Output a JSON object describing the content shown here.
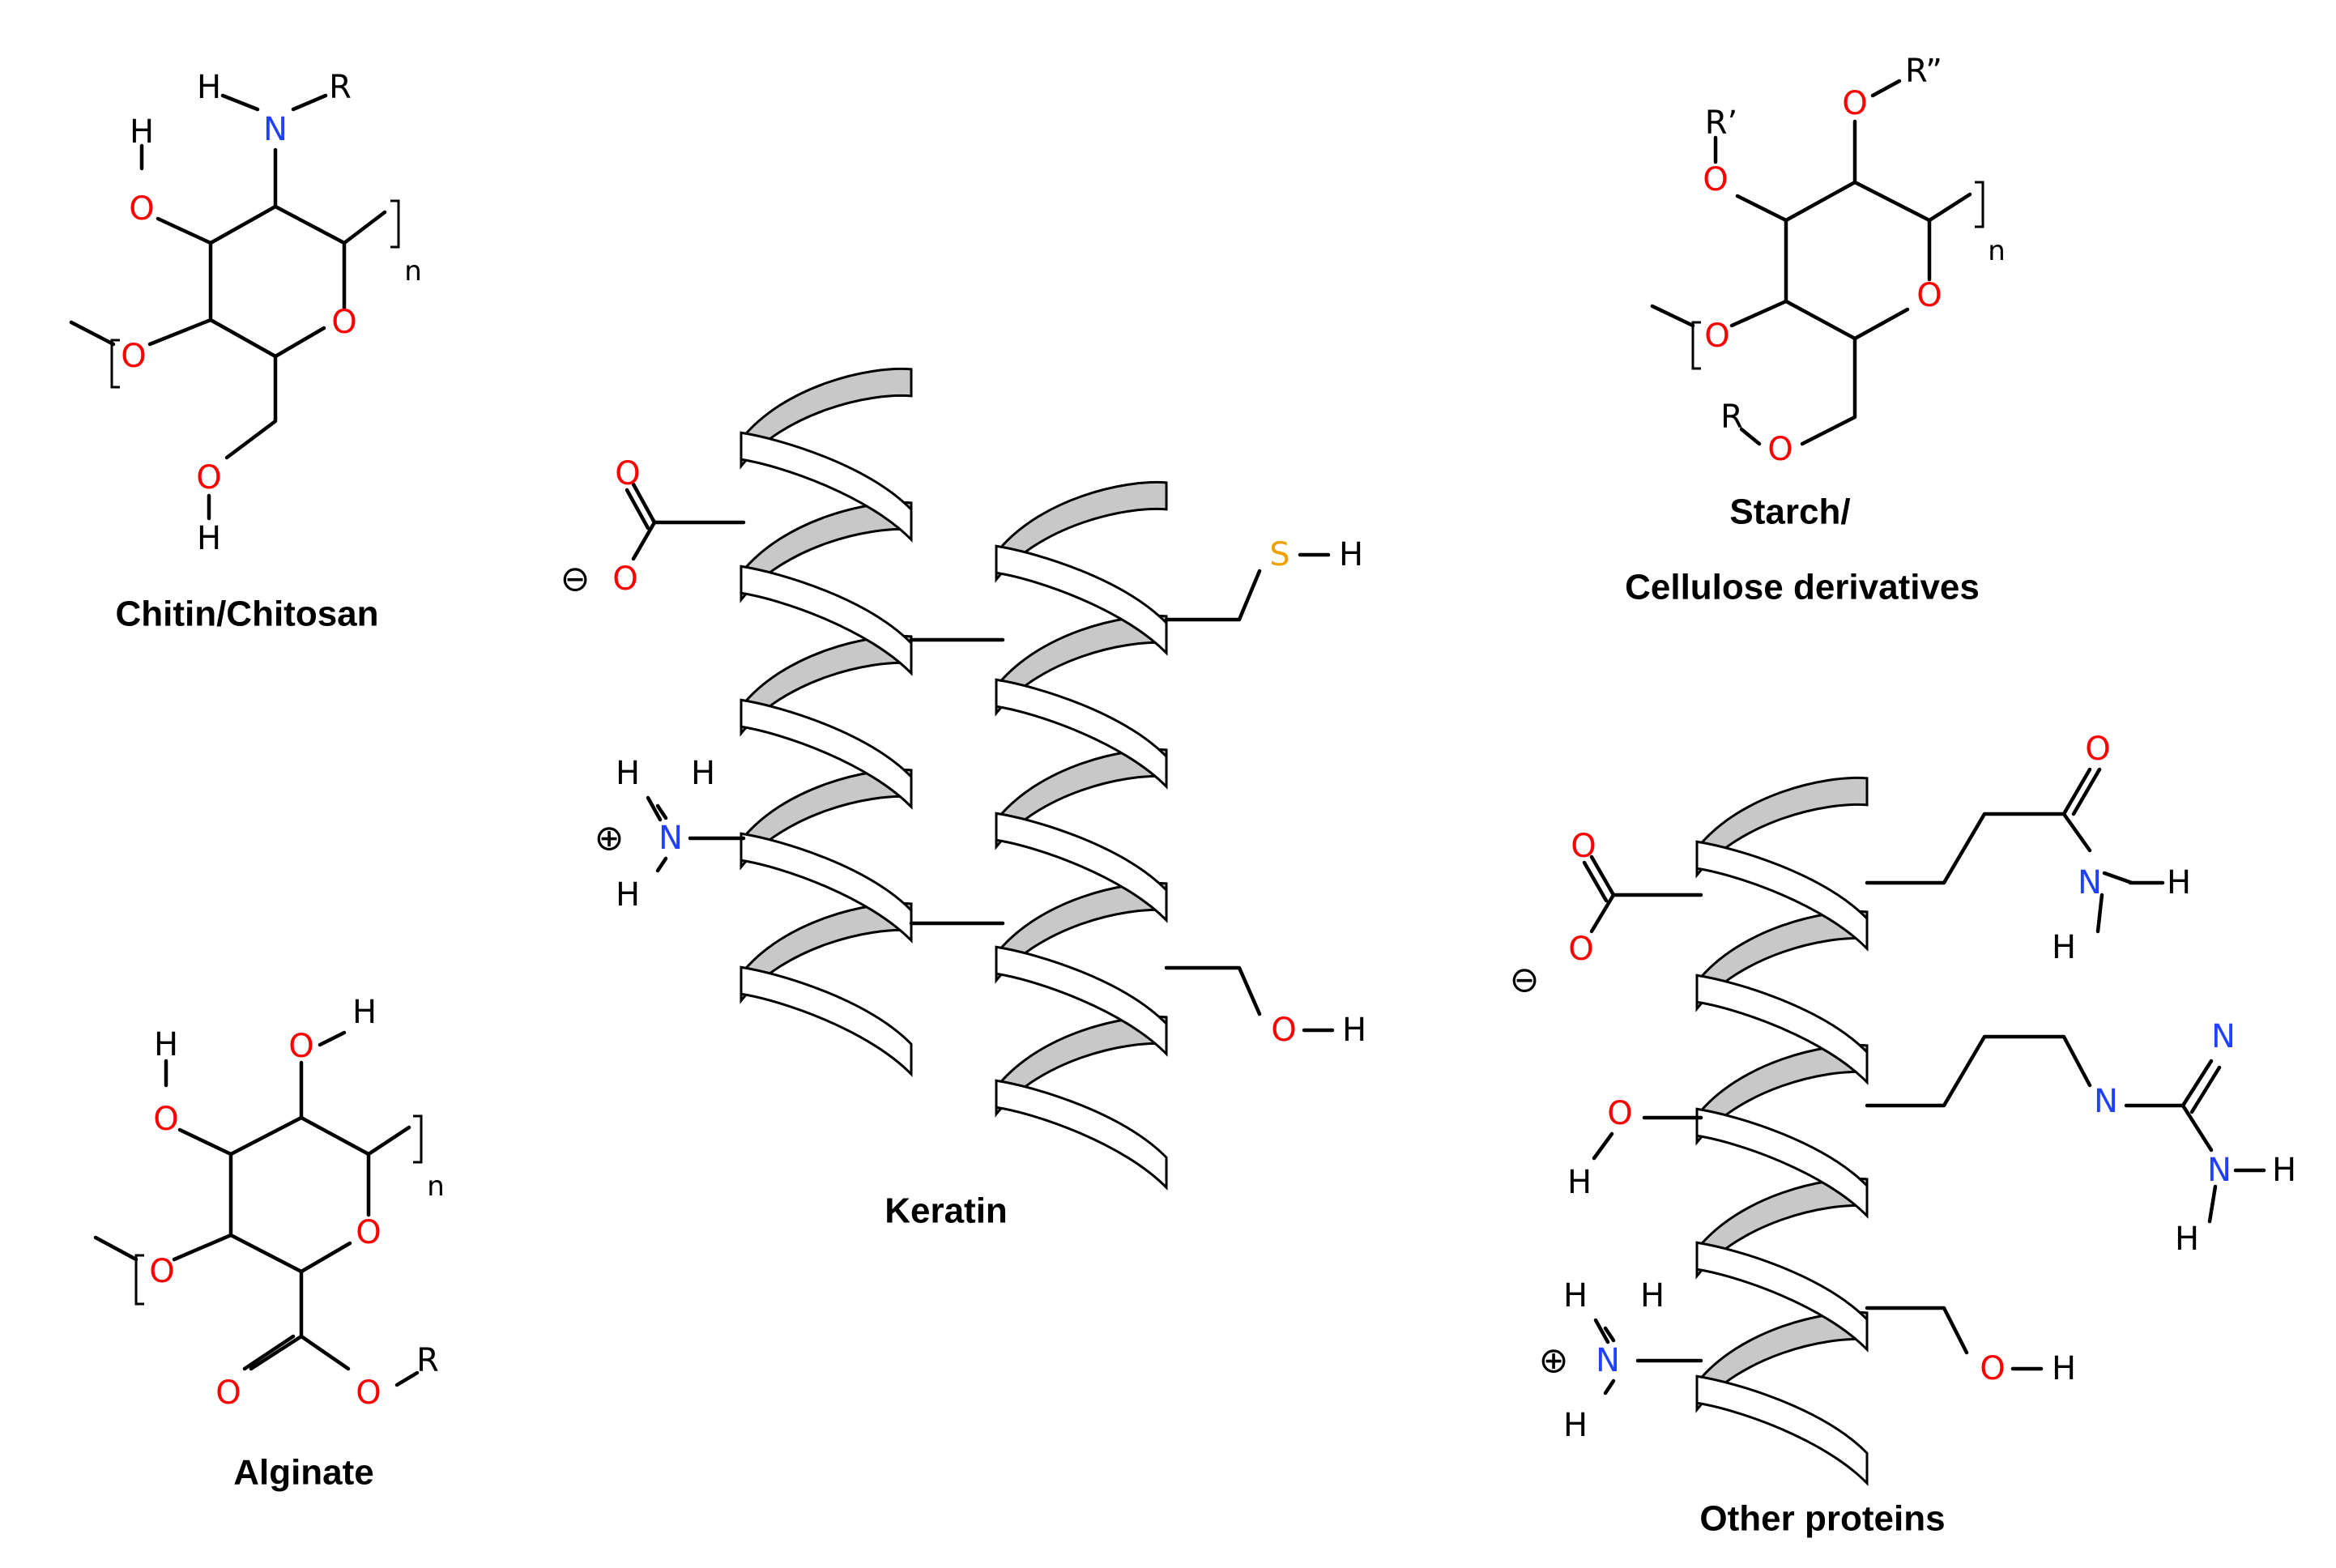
{
  "colors": {
    "oxygen": "#ff0000",
    "nitrogen": "#2040ff",
    "sulfur": "#f0a000",
    "carbon_bond": "#000000",
    "helix_back": "#c8c8c8",
    "helix_front": "#ffffff"
  },
  "labels": {
    "chitin": "Chitin/Chitosan",
    "alginate": "Alginate",
    "keratin": "Keratin",
    "starch_line1": "Starch/",
    "starch_line2": "Cellulose derivatives",
    "proteins": "Other proteins"
  },
  "atoms": {
    "O": "O",
    "N": "N",
    "S": "S",
    "H": "H",
    "R": "R",
    "R1": "R’",
    "R2": "R”",
    "n": "n"
  },
  "charges": {
    "minus": "⊖",
    "plus": "⊕"
  }
}
